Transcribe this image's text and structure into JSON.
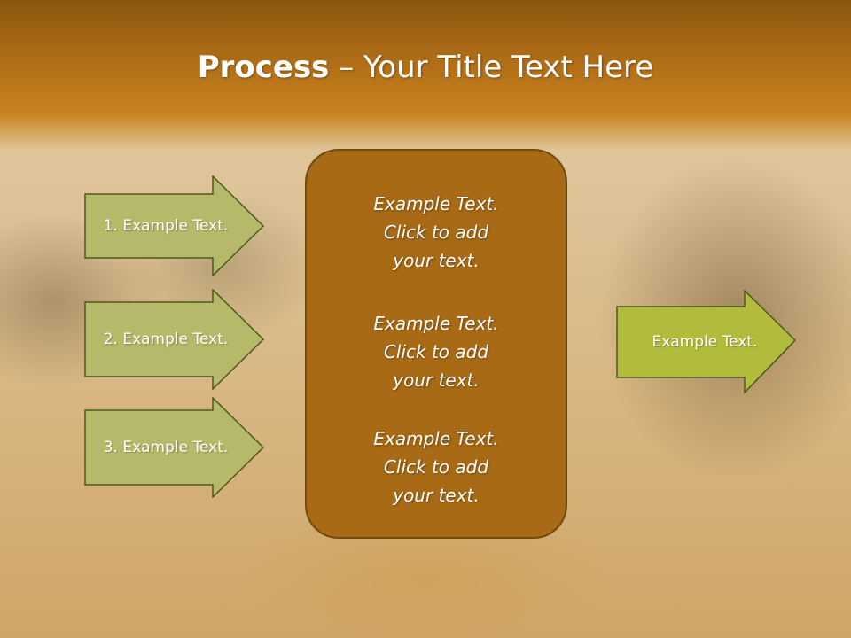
{
  "slide": {
    "title_bold": "Process",
    "title_rest": " – Your Title Text Here",
    "left_arrows": [
      {
        "label": "1. Example Text."
      },
      {
        "label": "2. Example Text."
      },
      {
        "label": "3. Example Text."
      }
    ],
    "center_blocks": [
      {
        "text": "Example Text.\nClick  to add\nyour text."
      },
      {
        "text": "Example Text.\nClick  to add\nyour text."
      },
      {
        "text": "Example Text.\nClick  to add\nyour text."
      }
    ],
    "right_arrow": {
      "label": "Example Text."
    },
    "colors": {
      "arrow_fill": "#b6b86a",
      "arrow_fill_right": "#b3bb3c",
      "arrow_stroke": "#4a5a1c",
      "panel_fill": "#a86a14"
    }
  }
}
